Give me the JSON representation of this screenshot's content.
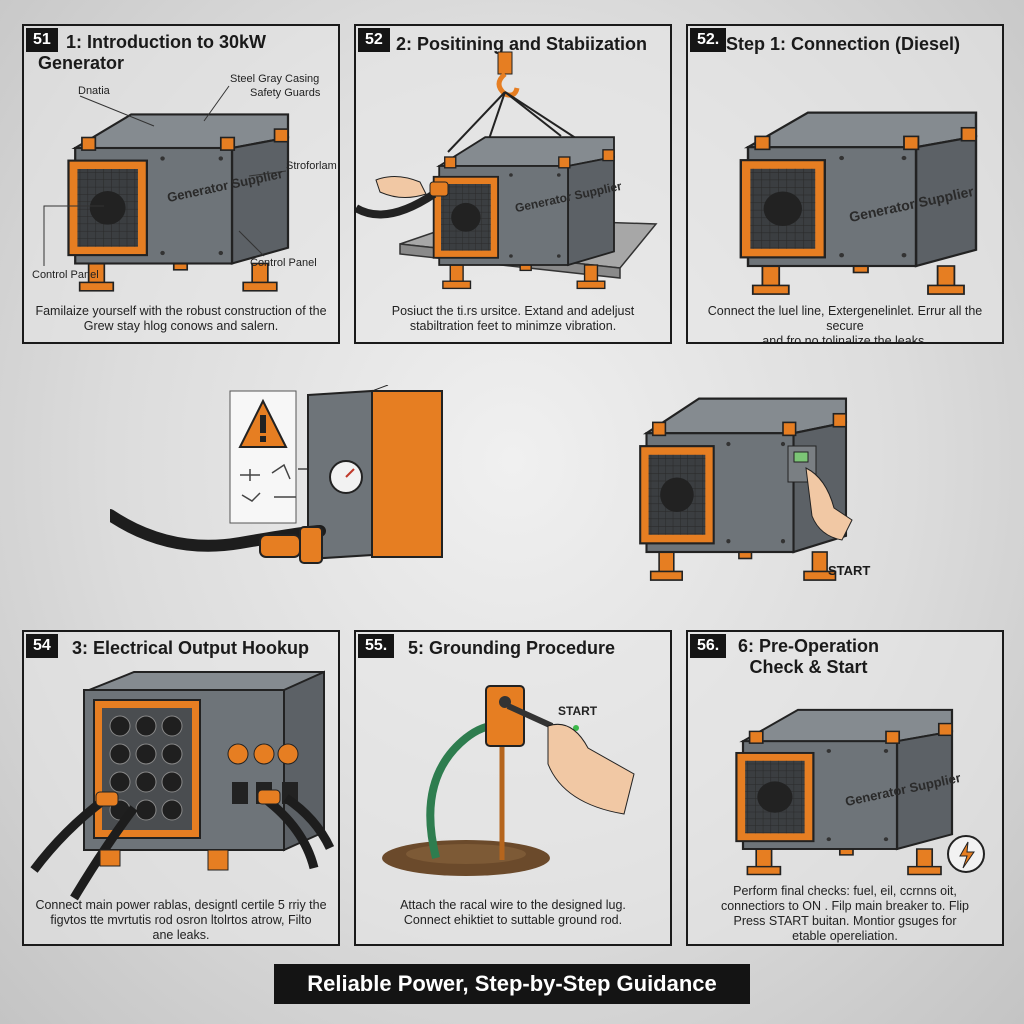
{
  "panels": [
    {
      "number": "51",
      "title_line1": "1: Introduction to 30kW",
      "title_line2": "Generator",
      "callouts": {
        "top_left": "Dnatia",
        "top_right_1": "Steel Gray Casing",
        "top_right_2": "Safety Guards",
        "mid_right": "Stroforlam",
        "bottom_left": "Control Panel",
        "bottom_right": "Control Panel"
      },
      "brand": "Generator Supplier",
      "caption_line1": "Familaize yourself with the robust construction of the",
      "caption_line2": "Grew stay hlog conows and salern."
    },
    {
      "number": "52",
      "title": "2: Positining and Stabiization",
      "brand": "Generator Supplier",
      "caption_line1": "Posiuct the ti.rs ursitce. Extand and adeljust",
      "caption_line2": "stabiltration feet to minimze vibration."
    },
    {
      "number": "52.",
      "title": "Step 1: Connection (Diesel)",
      "brand": "Generator Supplier",
      "caption_line1": "Connect the luel line, Extergenelinlet. Errur all the secure",
      "caption_line2": "and fro no tolinalize the leaks."
    },
    {
      "number": "54",
      "title": "3: Electrical Output Hookup",
      "caption_line1": "Connect main power rablas, designtl certile 5 rriy the",
      "caption_line2": "figvtos tte mvrtutis rod osron ltolrtos atrow, Filto",
      "caption_line3": "ane leaks."
    },
    {
      "number": "55.",
      "title": "5: Grounding Procedure",
      "label": "START",
      "caption_line1": "Attach the racal wire to the designed lug.",
      "caption_line2": "Connect ehiktiet to suttable ground rod."
    },
    {
      "number": "56.",
      "title_line1": "6: Pre-Operation",
      "title_line2": "Check & Start",
      "brand": "Generator Supplier",
      "caption_line1": "Perform final checks: fuel, eil, ccrnns oit,",
      "caption_line2": "connectiors to ON . Filp main breaker to. Flip",
      "caption_line3": "Press START buitan. Montior gsuges for",
      "caption_line4": "etable opereliation."
    }
  ],
  "middle": {
    "start_label": "START"
  },
  "banner": "Reliable Power, Step-by-Step Guidance",
  "colors": {
    "orange": "#e67e22",
    "casing": "#6e7479",
    "dark": "#151515",
    "ground_wire": "#2e7d4f"
  }
}
